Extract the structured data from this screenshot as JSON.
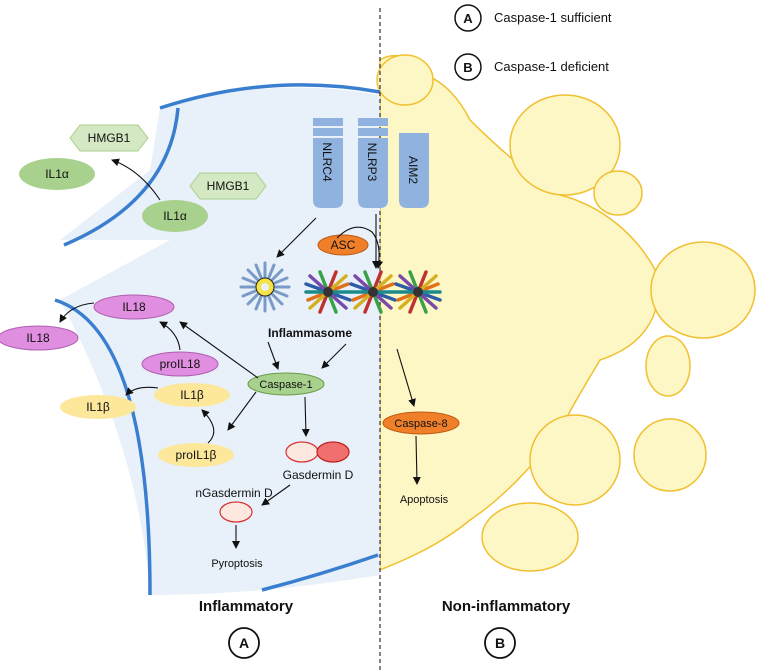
{
  "legend": {
    "a": {
      "letter": "A",
      "text": "Caspase-1 sufficient"
    },
    "b": {
      "letter": "B",
      "text": "Caspase-1 deficient"
    }
  },
  "receptors": {
    "nlrc4": "NLRC4",
    "nlrp3": "NLRP3",
    "aim2": "AIM2"
  },
  "labels": {
    "asc": "ASC",
    "inflammasome": "Inflammasome",
    "caspase1": "Caspase-1",
    "caspase8": "Caspase-8",
    "gasdermin_d": "Gasdermin D",
    "ngasdermin_d": "nGasdermin D",
    "pyroptosis": "Pyroptosis",
    "apoptosis": "Apoptosis",
    "hmgb1_out": "HMGB1",
    "hmgb1_in": "HMGB1",
    "il1a_out": "IL1α",
    "il1a_in": "IL1α",
    "il18_out": "IL18",
    "il18_in": "IL18",
    "proil18": "proIL18",
    "il1b_out": "IL1β",
    "il1b_in": "IL1β",
    "proil1b": "proIL1β"
  },
  "bottom": {
    "inflammatory": "Inflammatory",
    "non_inflammatory": "Non-inflammatory",
    "a_letter": "A",
    "b_letter": "B"
  },
  "colors": {
    "membrane_blue": "#3a7fcf",
    "cytoplasm": "#e8f1fa",
    "apoptotic_fill": "#fdf7c6",
    "apoptotic_stroke": "#f0c030",
    "receptor": "#8fb3de",
    "green": "#a9d18e",
    "pink": "#e08ee0",
    "yellow": "#fce79a",
    "orange": "#f07f2a"
  }
}
